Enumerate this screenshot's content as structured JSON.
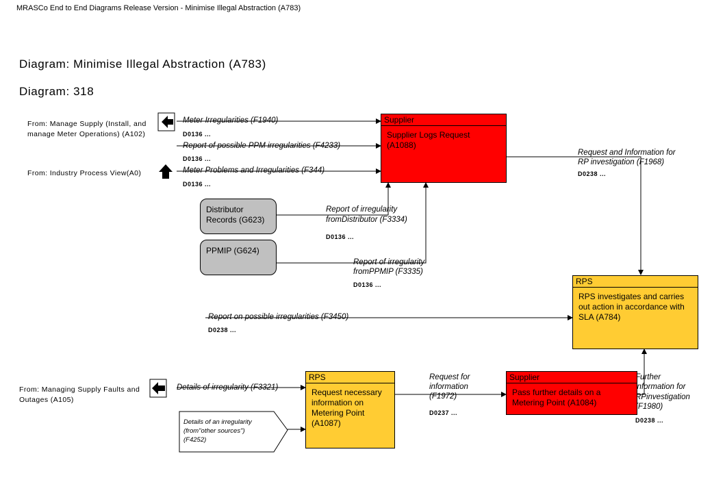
{
  "header": {
    "title": "MRASCo End to End Diagrams Release Version - Minimise Illegal Abstraction (A783)"
  },
  "diagram": {
    "title": "Diagram: Minimise Illegal Abstraction (A783)",
    "number": "Diagram: 318"
  },
  "sources": {
    "a102": "From: Manage Supply (Install, and manage Meter Operations) (A102)",
    "a0": "From: Industry Process View(A0)",
    "a105": "From: Managing Supply Faults and Outages (A105)"
  },
  "flows": {
    "f1940": {
      "label": "Meter Irregularities (F1940)",
      "code": "D0136 ..."
    },
    "f4233": {
      "label": "Report of possible PPM irregularities (F4233)",
      "code": "D0136 ..."
    },
    "f344": {
      "label": "Meter Problems and Irregularities (F344)",
      "code": "D0136 ..."
    },
    "f1968": {
      "label_1": "Request and Information for",
      "label_2": "RP investigation (F1968)",
      "code": "D0238 ..."
    },
    "f3334": {
      "label_1": "Report of irregularity",
      "label_2": "fromDistributor (F3334)",
      "code": "D0136 ..."
    },
    "f3335": {
      "label_1": "Report of irregularity",
      "label_2": "fromPPMIP (F3335)",
      "code": "D0136 ..."
    },
    "f3450": {
      "label": "Report on possible irregularities (F3450)",
      "code": "D0238 ..."
    },
    "f3321": {
      "label": "Details of irregularity (F3321)"
    },
    "f1972": {
      "label_1": "Request for",
      "label_2": "information",
      "label_3": "(F1972)",
      "code": "D0237 ..."
    },
    "f1980": {
      "label_1": "Further",
      "label_2": "information for",
      "label_3": "RPinvestigation",
      "label_4": "(F1980)",
      "code": "D0238 ..."
    }
  },
  "note_f4252": {
    "line_1": "Details of an irregularity",
    "line_2": "(from\"other sources\")",
    "line_3": "(F4252)"
  },
  "stores": {
    "g623": {
      "line_1": "Distributor",
      "line_2": "Records (G623)"
    },
    "g624": {
      "line_1": "PPMIP (G624)"
    }
  },
  "activities": {
    "a1088": {
      "role": "Supplier",
      "text": "Supplier Logs Request (A1088)",
      "color": "#ff0000"
    },
    "a784": {
      "role": "RPS",
      "text": "RPS investigates and carries out action in accordance with SLA (A784)",
      "color": "#ffcc33"
    },
    "a1087": {
      "role": "RPS",
      "text": "Request necessary information on Metering Point (A1087)",
      "color": "#ffcc33"
    },
    "a1084": {
      "role": "Supplier",
      "text": "Pass further details on a Metering Point (A1084)",
      "color": "#ff0000"
    }
  }
}
